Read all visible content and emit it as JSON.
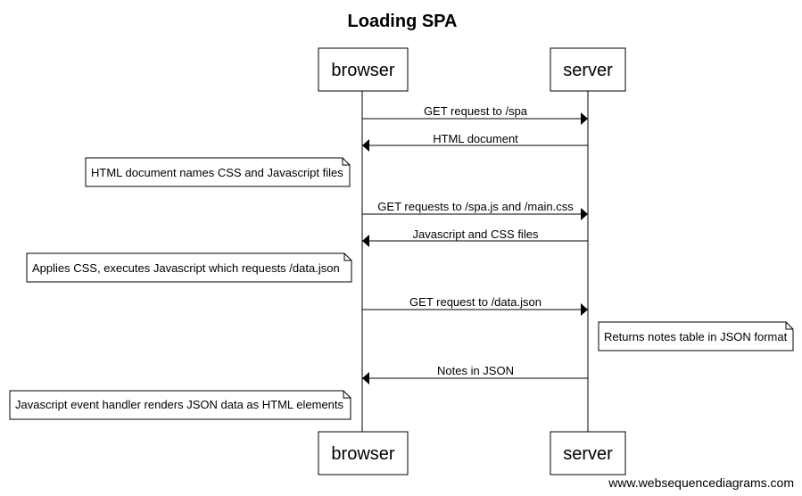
{
  "title": "Loading SPA",
  "participants": [
    "browser",
    "server"
  ],
  "messages": [
    {
      "from": "browser",
      "to": "server",
      "label": "GET request to /spa"
    },
    {
      "from": "server",
      "to": "browser",
      "label": "HTML document"
    },
    {
      "from": "browser",
      "to": "server",
      "label": "GET requests to /spa.js and /main.css"
    },
    {
      "from": "server",
      "to": "browser",
      "label": "Javascript and CSS files"
    },
    {
      "from": "browser",
      "to": "server",
      "label": "GET request to /data.json"
    },
    {
      "from": "server",
      "to": "browser",
      "label": "Notes in JSON"
    }
  ],
  "notes": [
    {
      "over": "browser",
      "side": "left",
      "text": "HTML document names CSS and Javascript files"
    },
    {
      "over": "browser",
      "side": "left",
      "text": "Applies CSS, executes Javascript which requests /data.json"
    },
    {
      "over": "server",
      "side": "right",
      "text": "Returns notes table in JSON format"
    },
    {
      "over": "browser",
      "side": "left",
      "text": "Javascript event handler renders JSON data as HTML elements"
    }
  ],
  "footer": "www.websequencediagrams.com"
}
